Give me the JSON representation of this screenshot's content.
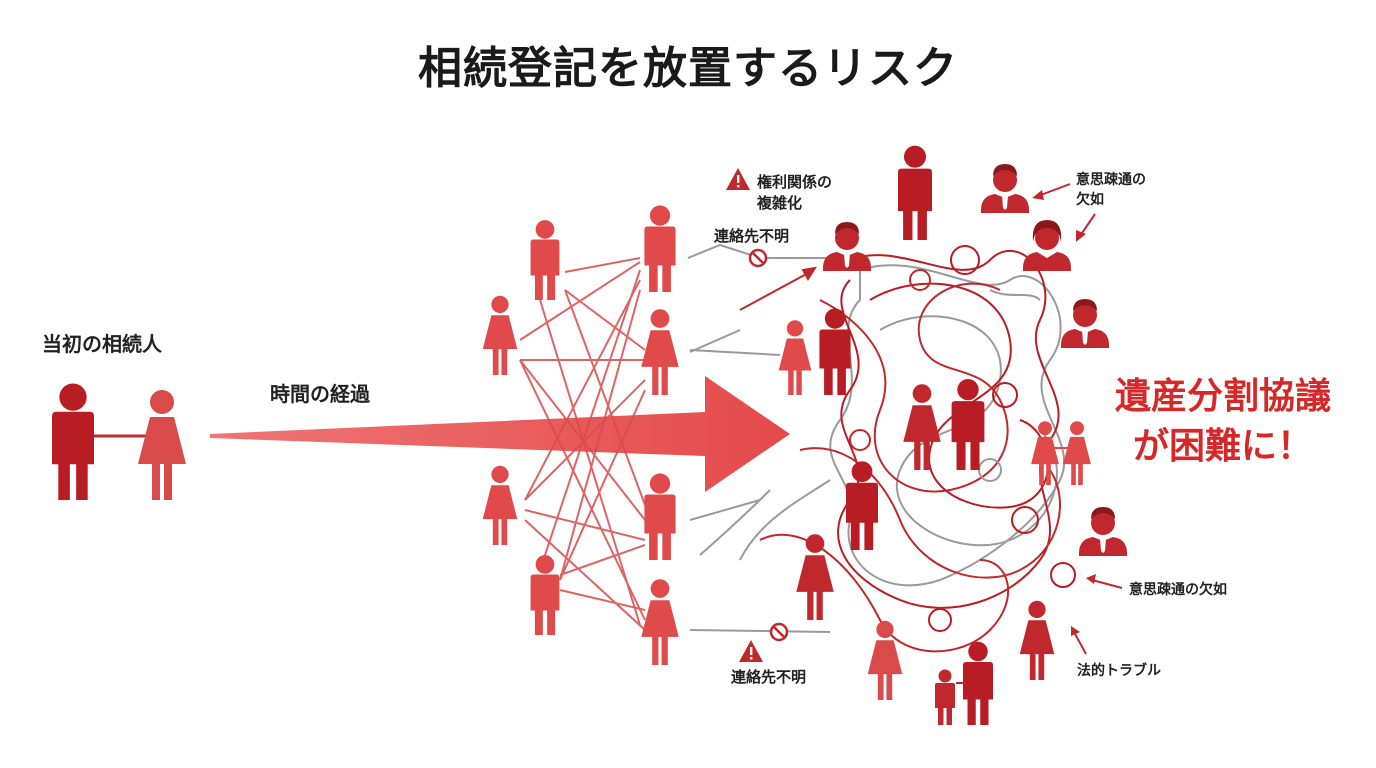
{
  "title": "相続登記を放置するリスク",
  "labels": {
    "initial_heirs": "当初の相続人",
    "passage_of_time": "時間の経過",
    "complex_rights_line1": "権利関係の",
    "complex_rights_line2": "複雑化",
    "contact_unknown_top": "連絡先不明",
    "contact_unknown_bottom": "連絡先不明",
    "communication_lack_top_line1": "意思疎通の",
    "communication_lack_top_line2": "欠如",
    "communication_lack_bottom": "意思疎通の欠如",
    "legal_trouble": "法的トラブル"
  },
  "headline": {
    "line1": "遺産分割協議",
    "line2": "が困難に！"
  },
  "colors": {
    "accent_red": "#d62828",
    "figure_red": "#d94a4a",
    "figure_dark": "#b81d24",
    "tangle_gray": "#9a9a9a",
    "text": "#1a1a1a"
  },
  "icons": [
    "person-male-icon",
    "person-female-icon",
    "warning-icon",
    "no-entry-icon",
    "business-person-icon",
    "arrow-icon"
  ]
}
